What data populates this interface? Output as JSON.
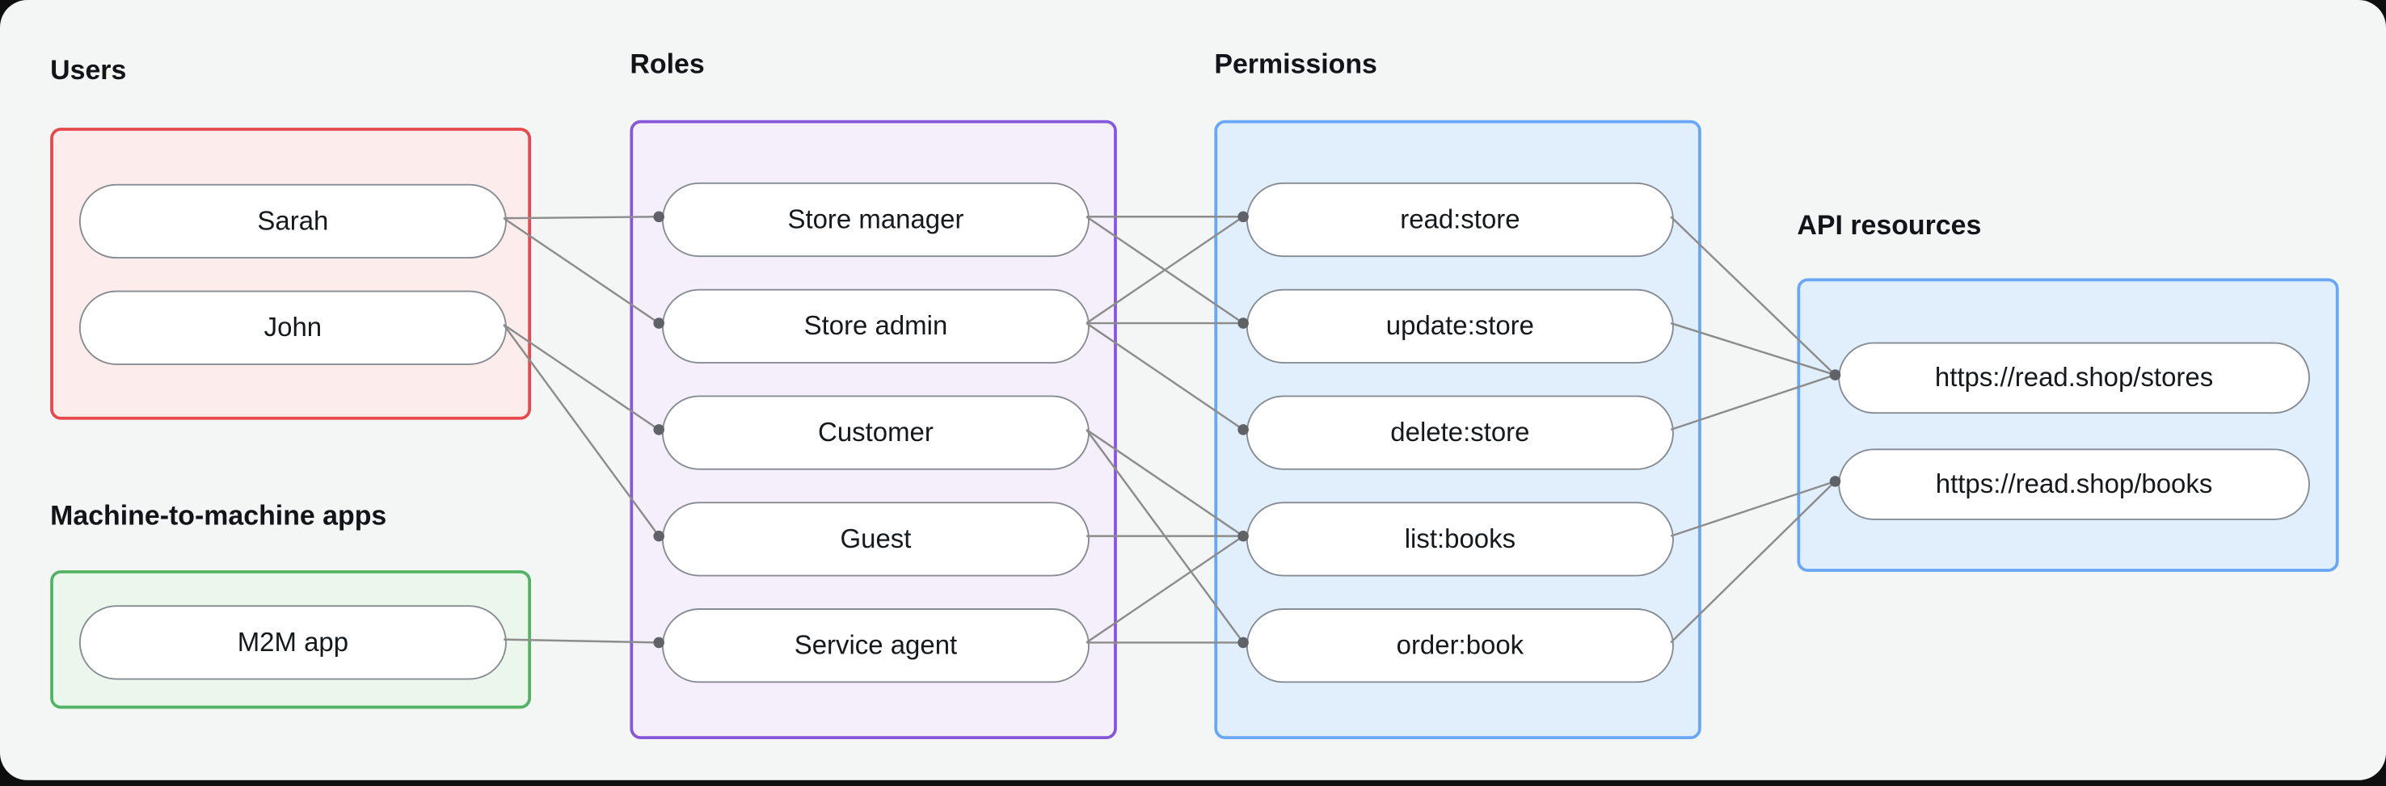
{
  "page": {
    "background": "#0e0e0e",
    "canvas_bg": "#f4f6f5"
  },
  "colors": {
    "edge": "#8c8c8c",
    "dot": "#5f6368",
    "node_border": "#868c94",
    "node_bg": "#ffffff",
    "node_text": "#16191c",
    "label_text": "#111418"
  },
  "groups": {
    "users": {
      "label": "Users",
      "border": "#e5484d",
      "fill": "#fcecec",
      "items": [
        {
          "id": "sarah",
          "label": "Sarah"
        },
        {
          "id": "john",
          "label": "John"
        }
      ]
    },
    "m2m": {
      "label": "Machine-to-machine apps",
      "border": "#53b365",
      "fill": "#ebf6ed",
      "items": [
        {
          "id": "m2m-app",
          "label": "M2M app"
        }
      ]
    },
    "roles": {
      "label": "Roles",
      "border": "#8657d8",
      "fill": "#f4effb",
      "items": [
        {
          "id": "store-manager",
          "label": "Store manager"
        },
        {
          "id": "store-admin",
          "label": "Store admin"
        },
        {
          "id": "customer",
          "label": "Customer"
        },
        {
          "id": "guest",
          "label": "Guest"
        },
        {
          "id": "service-agent",
          "label": "Service agent"
        }
      ]
    },
    "permissions": {
      "label": "Permissions",
      "border": "#69a7f5",
      "fill": "#e1eefc",
      "items": [
        {
          "id": "read-store",
          "label": "read:store"
        },
        {
          "id": "update-store",
          "label": "update:store"
        },
        {
          "id": "delete-store",
          "label": "delete:store"
        },
        {
          "id": "list-books",
          "label": "list:books"
        },
        {
          "id": "order-book",
          "label": "order:book"
        }
      ]
    },
    "api": {
      "label": "API resources",
      "border": "#69a7f5",
      "fill": "#e1eefc",
      "items": [
        {
          "id": "res-stores",
          "label": "https://read.shop/stores"
        },
        {
          "id": "res-books",
          "label": "https://read.shop/books"
        }
      ]
    }
  },
  "edges": [
    {
      "from": "sarah",
      "to": "store-manager"
    },
    {
      "from": "sarah",
      "to": "store-admin"
    },
    {
      "from": "john",
      "to": "customer"
    },
    {
      "from": "john",
      "to": "guest"
    },
    {
      "from": "m2m-app",
      "to": "service-agent"
    },
    {
      "from": "store-manager",
      "to": "read-store"
    },
    {
      "from": "store-manager",
      "to": "update-store"
    },
    {
      "from": "store-admin",
      "to": "read-store"
    },
    {
      "from": "store-admin",
      "to": "update-store"
    },
    {
      "from": "store-admin",
      "to": "delete-store"
    },
    {
      "from": "customer",
      "to": "list-books"
    },
    {
      "from": "customer",
      "to": "order-book"
    },
    {
      "from": "guest",
      "to": "list-books"
    },
    {
      "from": "service-agent",
      "to": "list-books"
    },
    {
      "from": "service-agent",
      "to": "order-book"
    },
    {
      "from": "read-store",
      "to": "res-stores"
    },
    {
      "from": "update-store",
      "to": "res-stores"
    },
    {
      "from": "delete-store",
      "to": "res-stores"
    },
    {
      "from": "list-books",
      "to": "res-books"
    },
    {
      "from": "order-book",
      "to": "res-books"
    }
  ]
}
